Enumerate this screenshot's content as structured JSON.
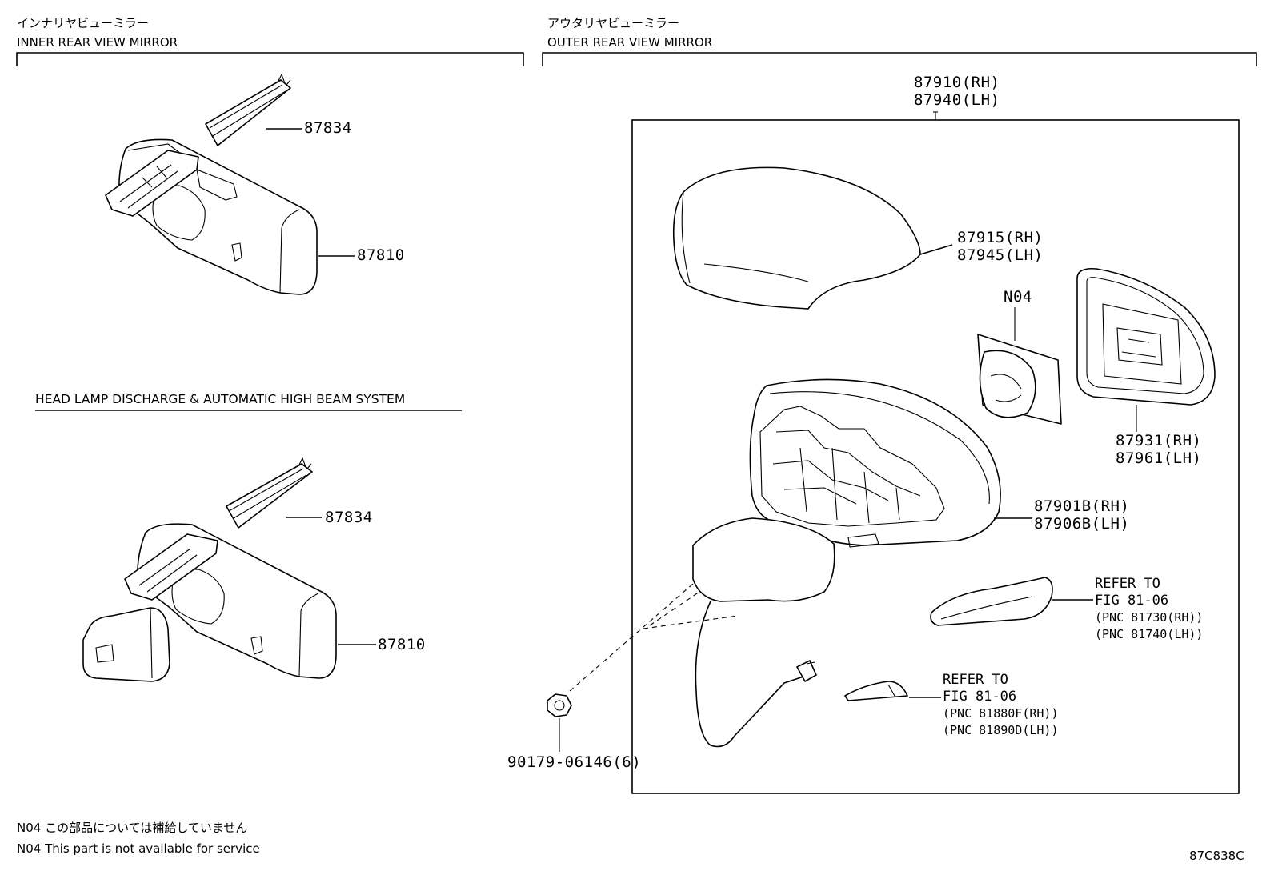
{
  "sections": {
    "inner": {
      "title_jp": "インナリヤビューミラー",
      "title_en": "INNER REAR VIEW MIRROR"
    },
    "outer": {
      "title_jp": "アウタリヤビューミラー",
      "title_en": "OUTER REAR VIEW MIRROR"
    },
    "hid_system": {
      "title": "HEAD LAMP DISCHARGE & AUTOMATIC HIGH BEAM SYSTEM"
    }
  },
  "parts": {
    "inner_cover_top": "87834",
    "inner_mirror_top": "87810",
    "inner_cover_bottom": "87834",
    "inner_mirror_bottom": "87810",
    "outer_assy_rh": "87910(RH)",
    "outer_assy_lh": "87940(LH)",
    "cover_rh": "87915(RH)",
    "cover_lh": "87945(LH)",
    "motor": "N04",
    "glass_rh": "87931(RH)",
    "glass_lh": "87961(LH)",
    "body_rh": "87901B(RH)",
    "body_lh": "87906B(LH)",
    "nut": "90179-06146(6)"
  },
  "refs": {
    "turn_lamp": {
      "line1": "REFER TO",
      "line2": "FIG 81-06",
      "line3": "(PNC 81730(RH))",
      "line4": "(PNC 81740(LH))"
    },
    "foot_lamp": {
      "line1": "REFER TO",
      "line2": "FIG 81-06",
      "line3": "(PNC 81880F(RH))",
      "line4": "(PNC 81890D(LH))"
    }
  },
  "notes": {
    "jp": "N04 この部品については補給していません",
    "en": "N04 This part is not available for service"
  },
  "figure_id": "87C838C"
}
